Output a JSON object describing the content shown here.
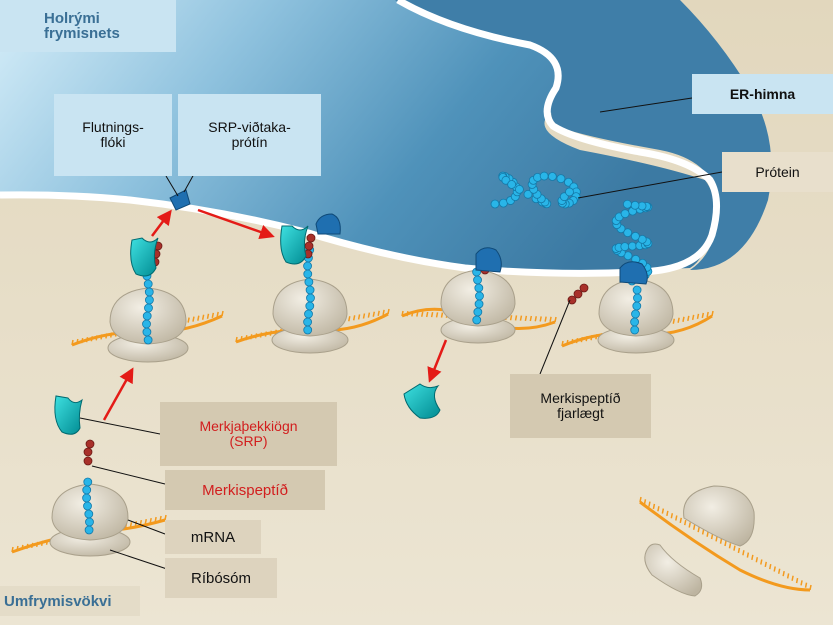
{
  "labels": {
    "cytosol_top": "Holrými\nfrymisnets",
    "er_membrane": "ER-himna",
    "protein": "Prótein",
    "translocon": "Flutnings-\nflóki",
    "srp_receptor": "SRP-viðtaka-\nprótín",
    "srp": "Merkjaþekkiögn\n(SRP)",
    "signal_peptide": "Merkispeptíð",
    "mrna": "mRNA",
    "ribosome": "Ríbósóm",
    "signal_removed": "Merkispeptíð\nfjarlægt",
    "cytosol_bottom": "Umfrymisvökvi"
  },
  "colors": {
    "lumen": "#4d8fb8",
    "lumen_light": "#cfe9f7",
    "cytosol": "#e8dfcc",
    "membrane": "#ffffff",
    "ribosome": "#ddd6c6",
    "mrna": "#f39a1e",
    "polypeptide": "#29b5e8",
    "signal": "#a8302a",
    "srp": "#00a5a8",
    "receptor": "#1f6fb0",
    "arrow": "#e41b17",
    "label_blue_bg": "#c9e4f2",
    "label_tan_bg": "#d4c9b1",
    "label_red": "#d21e1e"
  }
}
